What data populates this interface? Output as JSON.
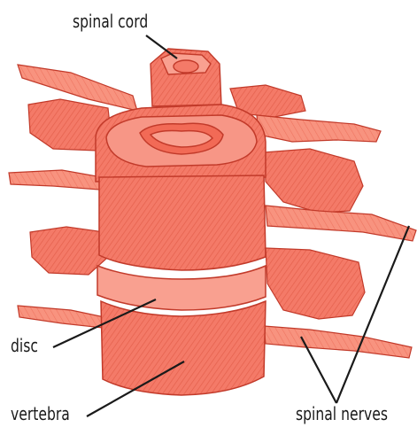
{
  "labels": {
    "spinal_cord": "spinal cord",
    "disc": "disc",
    "vertebra": "vertebra",
    "spinal_nerves": "spinal nerves"
  },
  "colors": {
    "bone": "#f47a68",
    "bone_light": "#f9a090",
    "bone_dark": "#d9503e",
    "outline": "#c23a2a",
    "leader_line": "#1a1a1a"
  }
}
